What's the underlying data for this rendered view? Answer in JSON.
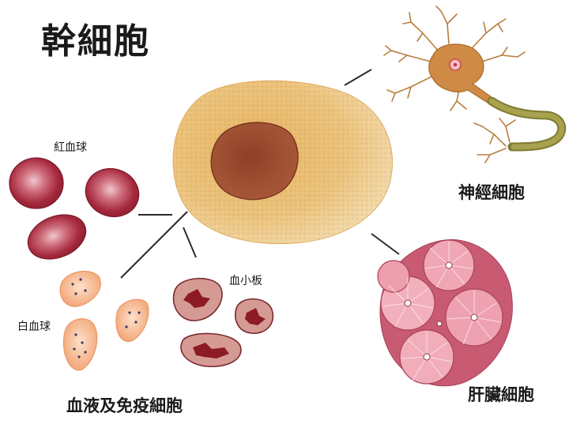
{
  "title": "幹細胞",
  "labels": {
    "red_blood_cell": "紅血球",
    "white_blood_cell": "白血球",
    "platelet": "血小板",
    "blood_immune": "血液及免疫細胞",
    "nerve_cell": "神經細胞",
    "liver_cell": "肝臟細胞"
  },
  "colors": {
    "stem_body": "#e2b05c",
    "stem_nucleus": "#9a4a2c",
    "red_cell": "#a5283c",
    "white_cell": "#f6b487",
    "platelet_body": "#d69a94",
    "platelet_core": "#8c1b26",
    "neuron": "#cf8a45",
    "axon_sheath": "#9a9444",
    "liver": "#e3879a",
    "connector": "#2b2b2b"
  }
}
